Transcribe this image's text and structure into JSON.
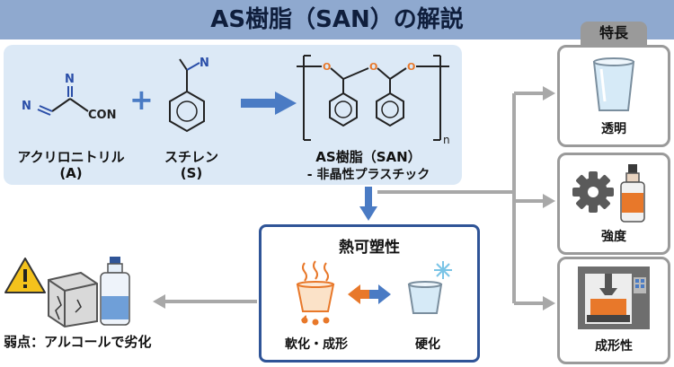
{
  "title": "AS樹脂（SAN）の解説",
  "reaction": {
    "monomer_a": {
      "name": "アクリロニトリル",
      "code": "(A)",
      "atom_n1": "N",
      "atom_n2": "N",
      "group": "CON"
    },
    "monomer_s": {
      "name": "スチレン",
      "code": "(S)",
      "atom_n": "N"
    },
    "plus": "+",
    "product": {
      "name": "AS樹脂（SAN）",
      "note": "- 非晶性プラスチック",
      "subscript": "n",
      "atom_o": "O"
    }
  },
  "features": {
    "heading": "特長",
    "items": [
      {
        "label": "透明",
        "icon": "glass-icon"
      },
      {
        "label": "強度",
        "icon": "gear-bottle-icon"
      },
      {
        "label": "成形性",
        "icon": "molding-machine-icon"
      }
    ]
  },
  "thermoplastic": {
    "heading": "熱可塑性",
    "soften_label": "軟化・成形",
    "harden_label": "硬化"
  },
  "weakness": {
    "label": "弱点：アルコールで劣化"
  },
  "colors": {
    "accent_blue": "#4a7bc4",
    "orange": "#e8782a",
    "panel": "#dce9f6"
  }
}
